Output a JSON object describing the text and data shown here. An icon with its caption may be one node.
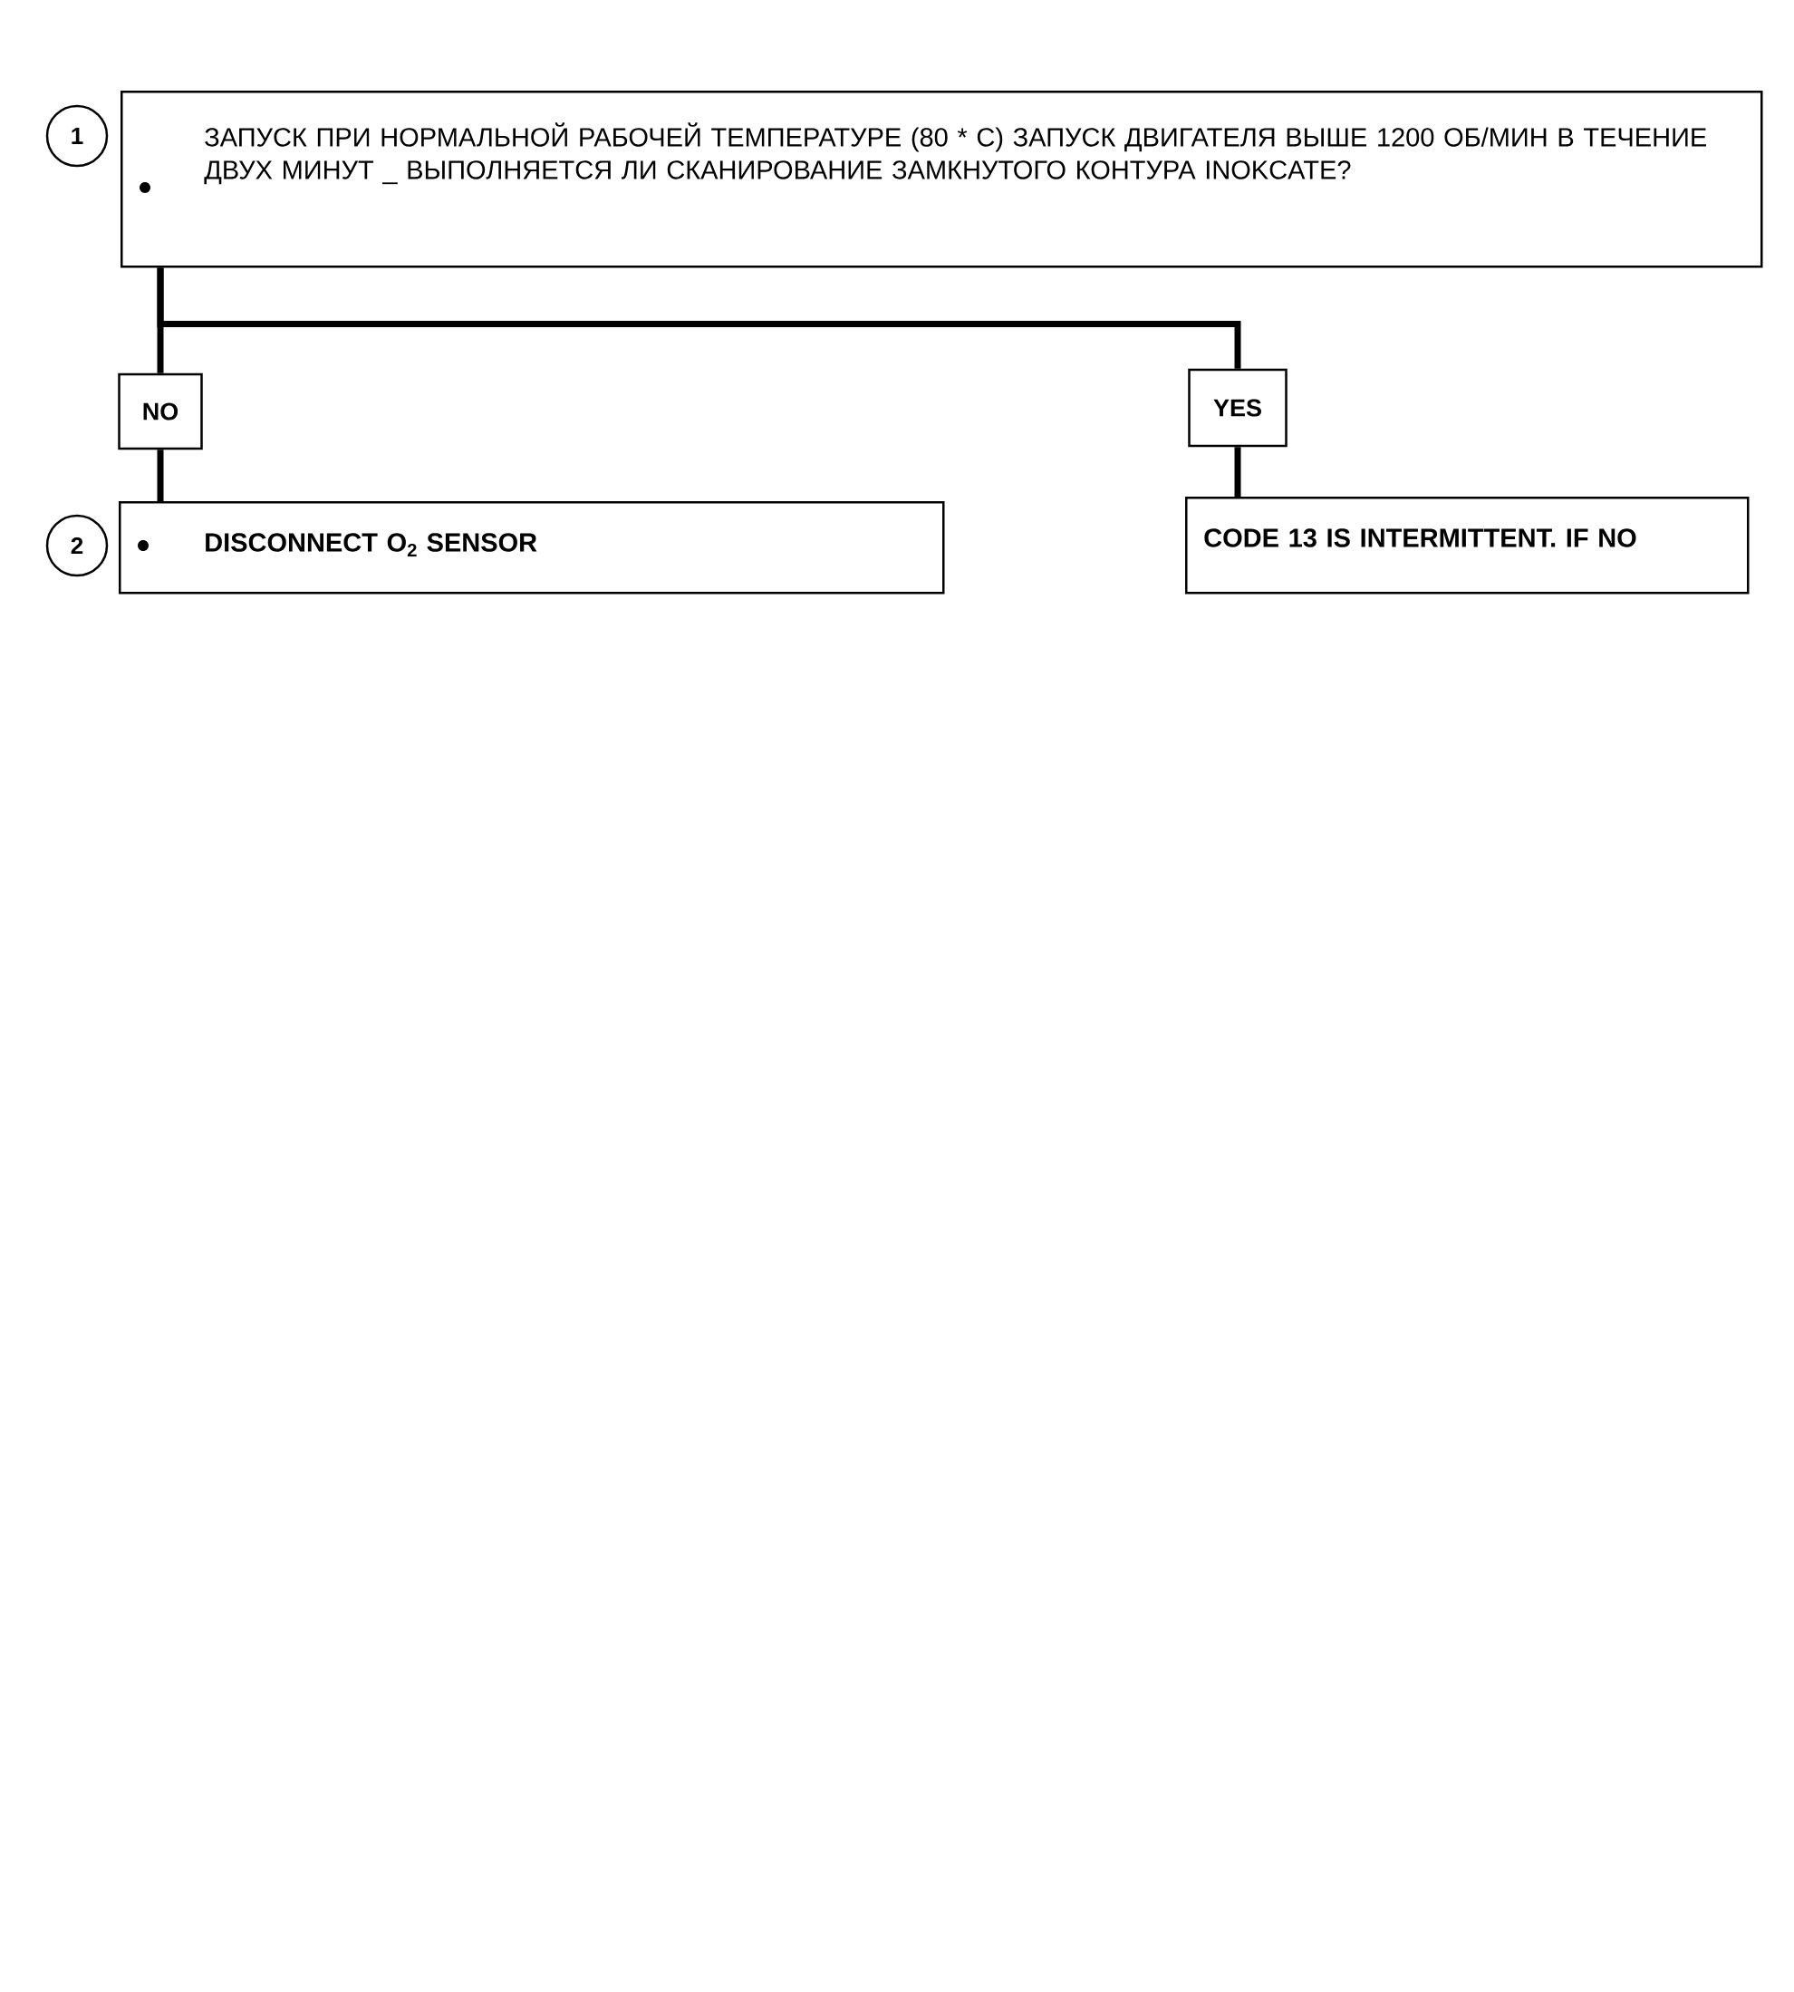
{
  "diagram": {
    "nodes": [
      {
        "text": [
          "1"
        ]
      },
      {
        "text": [
          "ЗАПУСК ПРИ НОРМАЛЬНОЙ РАБОЧЕЙ ТЕМПЕРАТУРЕ (80 * C) ЗАПУСК ДВИГАТЕЛЯ ВЫШЕ 1200 ОБ/МИН В ТЕЧЕНИЕ ДВУХ МИНУТ _ ВЫПОЛНЯЕТСЯ ЛИ СКАНИРОВАНИЕ ЗАМКНУТОГО КОНТУРА INOKCATE?"
        ]
      },
      {
        "text": [
          "NO"
        ]
      },
      {
        "text": [
          "YES"
        ]
      },
      {
        "text": [
          "2"
        ]
      },
      {
        "text": [
          "DISCONNECT O$_{2}$ SENSOR"
        ]
      },
      {
        "text": [
          "CODE 13 IS INTERMITTENT. IF NO"
        ]
      }
    ],
    "edges": [
      {
        "from": 1,
        "to": 2,
        "arrow": "none"
      },
      {
        "from": 1,
        "to": 3,
        "arrow": "none"
      },
      {
        "from": 2,
        "to": 5,
        "arrow": "none"
      },
      {
        "from": 3,
        "to": 6,
        "arrow": "none"
      }
    ]
  }
}
